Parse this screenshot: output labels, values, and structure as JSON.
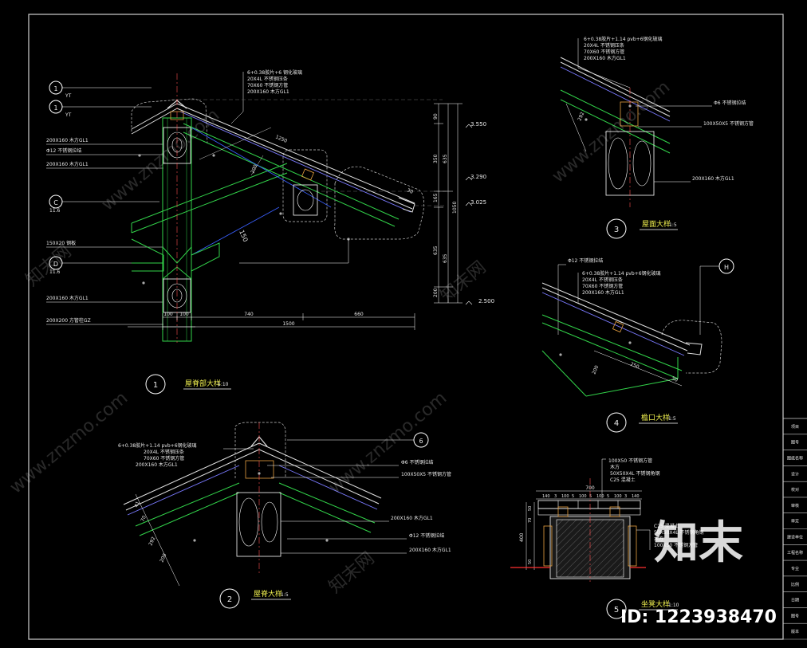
{
  "elevations": [
    "3.550",
    "3.290",
    "3.025",
    "2.500"
  ],
  "detail1": {
    "number": "1",
    "title": "屋脊部大样",
    "scale": "1:10",
    "grid_labels": [
      "1",
      "1",
      "C",
      "D"
    ],
    "grid_sub": [
      "YT",
      "YT",
      "11.6",
      "11.6"
    ],
    "notes_top": [
      "6+0.38胶片+6 钢化玻璃",
      "20X4L 不锈钢压条",
      "70X60 不锈钢方管",
      "200X160 木方GL1"
    ],
    "notes_left": [
      "200X160 木方GL1",
      "Φ12 不锈钢拉结",
      "200X160 木方GL1",
      "150X20 钢板",
      "200X160 木方GL1",
      "200X200 方管柱GZ"
    ],
    "dims_bottom": [
      "100",
      "100",
      "740",
      "660",
      "1500"
    ],
    "dims_right": [
      "90",
      "350",
      "635",
      "165",
      "1050",
      "635",
      "200"
    ],
    "dims_slope": [
      "1250",
      "200",
      "150",
      "30"
    ]
  },
  "detail2": {
    "number": "2",
    "title": "屋脊大样",
    "scale": "1:5",
    "grid_label": "6",
    "notes": [
      "6+0.38胶片+1.14 pvb+6钢化玻璃",
      "20X4L 不锈钢压条",
      "70X60 不锈钢方管",
      "200X160 木方GL1",
      "Φ6 不锈钢拉结",
      "100X50X5 不锈钢方管",
      "200X160 木方GL1",
      "Φ12 不锈钢拉结",
      "200X160 木方GL1"
    ],
    "dims": [
      "41",
      "70",
      "292",
      "200"
    ]
  },
  "detail3": {
    "number": "3",
    "title": "屋面大样",
    "scale": "1:5",
    "notes": [
      "6+0.38胶片+1.14 pvb+6钢化玻璃",
      "20X4L 不锈钢压条",
      "70X60 不锈钢方管",
      "200X160 木方GL1",
      "Φ6 不锈钢拉结",
      "100X50X5 不锈钢方管",
      "200X160 木方GL1"
    ],
    "dims": [
      "292"
    ]
  },
  "detail4": {
    "number": "4",
    "title": "檐口大样",
    "scale": "1:5",
    "grid_label": "H",
    "notes": [
      "Φ12 不锈钢拉结",
      "6+0.38胶片+1.14 pvb+6钢化玻璃",
      "20X4L 不锈钢压条",
      "70X60 不锈钢方管",
      "200X160 木方GL1"
    ],
    "dims": [
      "250",
      "50",
      "200"
    ]
  },
  "detail5": {
    "number": "5",
    "title": "坐凳大样",
    "scale": "1:10",
    "notes_top": [
      "100X50 不锈钢方管",
      "木方",
      "50X50X4L 不锈钢角钢",
      "C25 混凝土"
    ],
    "notes_right": [
      "C25 混凝土",
      "50X50X4L 不锈钢角钢",
      "木方",
      "100X50 不锈钢方管"
    ],
    "dims_top": [
      "700",
      "140",
      "3",
      "100",
      "5",
      "100",
      "5",
      "100",
      "5",
      "100",
      "3",
      "140"
    ],
    "dims_left": [
      "50",
      "70",
      "400",
      "50"
    ]
  },
  "title_block": [
    "项目",
    "图号",
    "图纸名称",
    "设计",
    "校对",
    "审核",
    "审定",
    "建设单位",
    "工程名称",
    "专业",
    "比例",
    "日期",
    "图号",
    "版本"
  ],
  "watermark": {
    "site": "www.znzmo.com",
    "brand": "知末网",
    "logo": "知末",
    "id_text": "ID: 1223938470"
  }
}
